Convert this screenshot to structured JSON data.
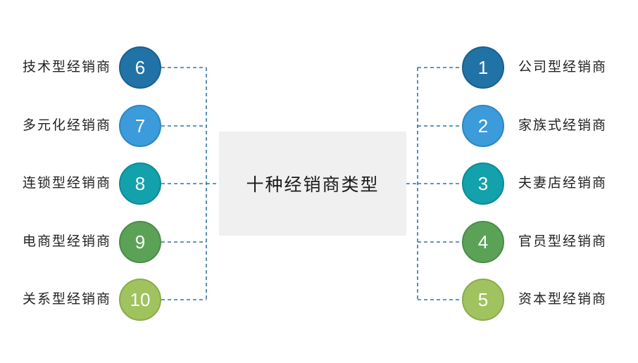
{
  "title": {
    "text": "十种经销商类型"
  },
  "left_items": [
    {
      "number": "6",
      "label": "技术型经销商",
      "fill": "#2173a7",
      "border": "#1a5f8e"
    },
    {
      "number": "7",
      "label": "多元化经销商",
      "fill": "#3b9bdb",
      "border": "#2f86c3"
    },
    {
      "number": "8",
      "label": "连锁型经销商",
      "fill": "#13a1ac",
      "border": "#0e8b96"
    },
    {
      "number": "9",
      "label": "电商型经销商",
      "fill": "#5ba256",
      "border": "#4b8c48"
    },
    {
      "number": "10",
      "label": "关系型经销商",
      "fill": "#a0c35f",
      "border": "#89ac4b"
    }
  ],
  "right_items": [
    {
      "number": "1",
      "label": "公司型经销商",
      "fill": "#2173a7",
      "border": "#1a5f8e"
    },
    {
      "number": "2",
      "label": "家族式经销商",
      "fill": "#3b9bdb",
      "border": "#2f86c3"
    },
    {
      "number": "3",
      "label": "夫妻店经销商",
      "fill": "#13a1ac",
      "border": "#0e8b96"
    },
    {
      "number": "4",
      "label": "官员型经销商",
      "fill": "#5ba256",
      "border": "#4b8c48"
    },
    {
      "number": "5",
      "label": "资本型经销商",
      "fill": "#a0c35f",
      "border": "#89ac4b"
    }
  ],
  "colors": {
    "connector": "#2e75a6",
    "box_fill": "#f0f0f0",
    "label_text": "#222222",
    "number_text": "#ffffff"
  }
}
